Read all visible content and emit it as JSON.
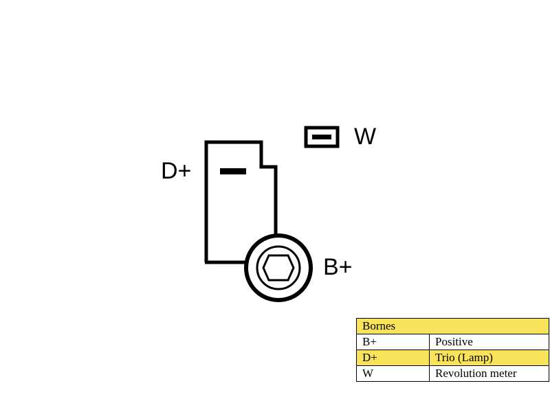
{
  "terminals": {
    "w_label": "W",
    "d_label": "D+",
    "b_label": "B+"
  },
  "legend": {
    "header": "Bornes",
    "rows": [
      {
        "key": "B+",
        "value": "Positive",
        "highlight": false
      },
      {
        "key": "D+",
        "value": "Trio (Lamp)",
        "highlight": true
      },
      {
        "key": "W",
        "value": "Revolution meter",
        "highlight": false
      }
    ],
    "highlight_color": "#f9e35a"
  }
}
